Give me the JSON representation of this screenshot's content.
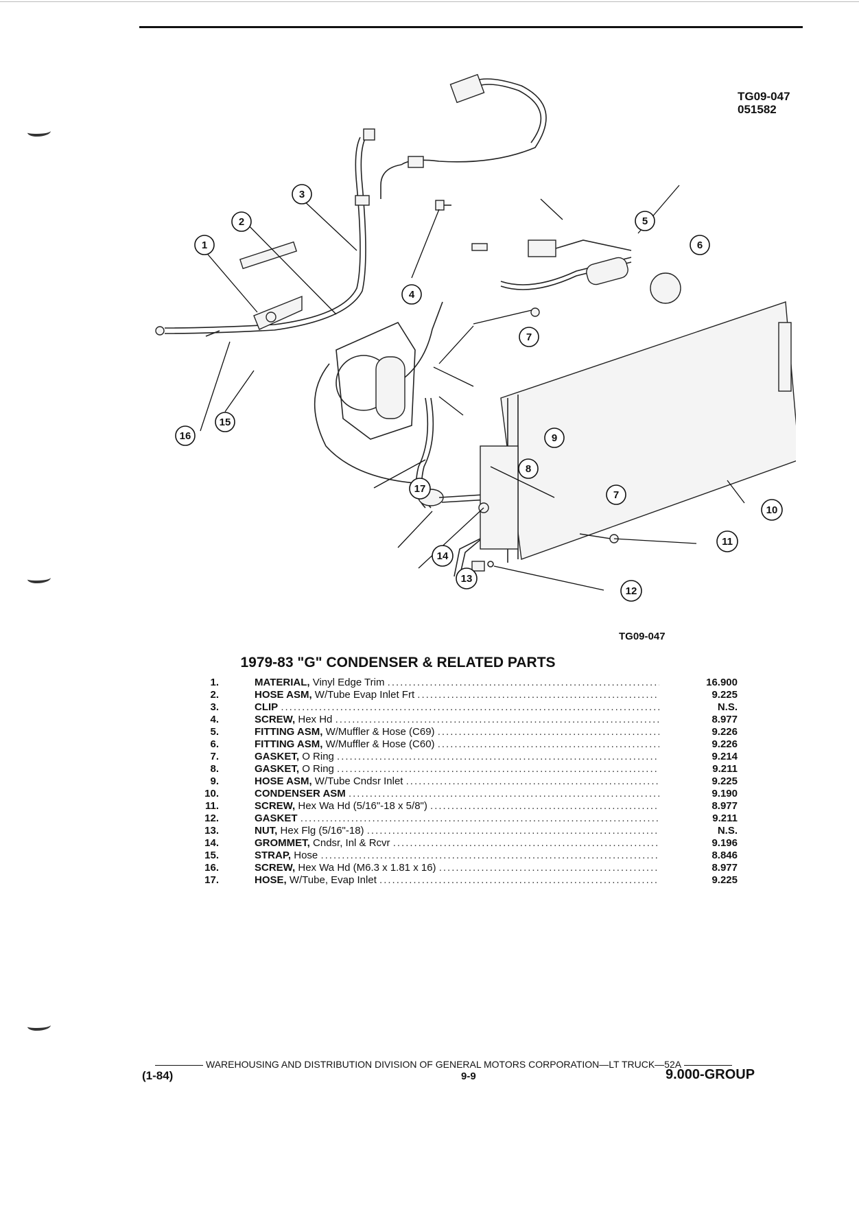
{
  "figure": {
    "ref_top": "TG09-047",
    "ref_code": "051582",
    "ref_bottom": "TG09-047",
    "callouts": [
      "1",
      "2",
      "3",
      "4",
      "5",
      "6",
      "7",
      "8",
      "9",
      "10",
      "11",
      "12",
      "13",
      "14",
      "15",
      "16",
      "17",
      "7"
    ]
  },
  "section_title": "1979-83 \"G\" CONDENSER & RELATED PARTS",
  "parts": [
    {
      "num": "1.",
      "name": "MATERIAL,",
      "desc": "Vinyl Edge Trim",
      "group": "16.900"
    },
    {
      "num": "2.",
      "name": "HOSE ASM,",
      "desc": "W/Tube Evap Inlet Frt",
      "group": "9.225"
    },
    {
      "num": "3.",
      "name": "CLIP",
      "desc": "",
      "group": "N.S."
    },
    {
      "num": "4.",
      "name": "SCREW,",
      "desc": "Hex Hd",
      "group": "8.977"
    },
    {
      "num": "5.",
      "name": "FITTING ASM,",
      "desc": "W/Muffler & Hose (C69)",
      "group": "9.226"
    },
    {
      "num": "6.",
      "name": "FITTING ASM,",
      "desc": "W/Muffler & Hose (C60)",
      "group": "9.226"
    },
    {
      "num": "7.",
      "name": "GASKET,",
      "desc": "O Ring",
      "group": "9.214"
    },
    {
      "num": "8.",
      "name": "GASKET,",
      "desc": "O Ring",
      "group": "9.211"
    },
    {
      "num": "9.",
      "name": "HOSE ASM,",
      "desc": "W/Tube Cndsr Inlet",
      "group": "9.225"
    },
    {
      "num": "10.",
      "name": "CONDENSER ASM",
      "desc": "",
      "group": "9.190"
    },
    {
      "num": "11.",
      "name": "SCREW,",
      "desc": "Hex Wa Hd (5/16\"-18 x 5/8\")",
      "group": "8.977"
    },
    {
      "num": "12.",
      "name": "GASKET",
      "desc": "",
      "group": "9.211"
    },
    {
      "num": "13.",
      "name": "NUT,",
      "desc": "Hex Flg (5/16\"-18)",
      "group": "N.S."
    },
    {
      "num": "14.",
      "name": "GROMMET,",
      "desc": "Cndsr, Inl & Rcvr",
      "group": "9.196"
    },
    {
      "num": "15.",
      "name": "STRAP,",
      "desc": "Hose",
      "group": "8.846"
    },
    {
      "num": "16.",
      "name": "SCREW,",
      "desc": "Hex Wa Hd (M6.3 x 1.81 x 16)",
      "group": "8.977"
    },
    {
      "num": "17.",
      "name": "HOSE,",
      "desc": "W/Tube, Evap Inlet",
      "group": "9.225"
    }
  ],
  "footer": {
    "division": "WAREHOUSING AND DISTRIBUTION DIVISION OF GENERAL MOTORS CORPORATION—LT TRUCK—52A",
    "date": "(1-84)",
    "page": "9-9",
    "group": "9.000-GROUP"
  }
}
